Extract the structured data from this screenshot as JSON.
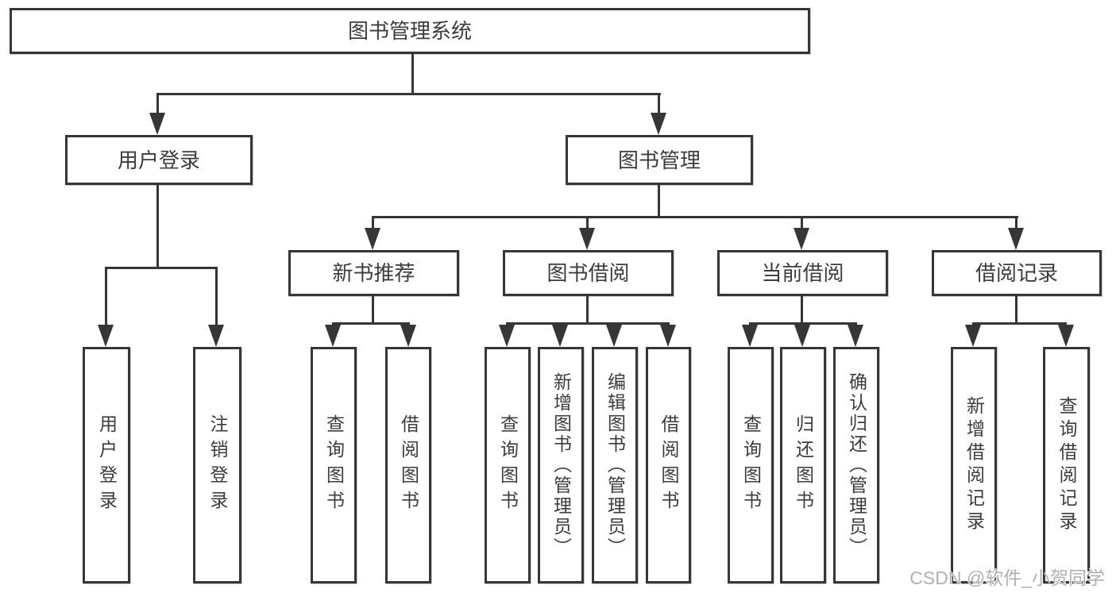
{
  "diagram": {
    "root": "图书管理系统",
    "branches": [
      {
        "label": "用户登录",
        "children": [
          "用户登录",
          "注销登录"
        ]
      },
      {
        "label": "图书管理",
        "children": [
          {
            "label": "新书推荐",
            "children": [
              "查询图书",
              "借阅图书"
            ]
          },
          {
            "label": "图书借阅",
            "children": [
              "查询图书",
              "新增图书（管理员）",
              "编辑图书（管理员）",
              "借阅图书"
            ]
          },
          {
            "label": "当前借阅",
            "children": [
              "查询图书",
              "归还图书",
              "确认归还（管理员）"
            ]
          },
          {
            "label": "借阅记录",
            "children": [
              "新增借阅记录",
              "查询借阅记录"
            ]
          }
        ]
      }
    ]
  },
  "watermark": "CSDN @软件_小贺同学",
  "colors": {
    "line": "#363636",
    "text": "#3c3c3c",
    "watermark-color": "#b0b0b0",
    "background": "#ffffff"
  }
}
